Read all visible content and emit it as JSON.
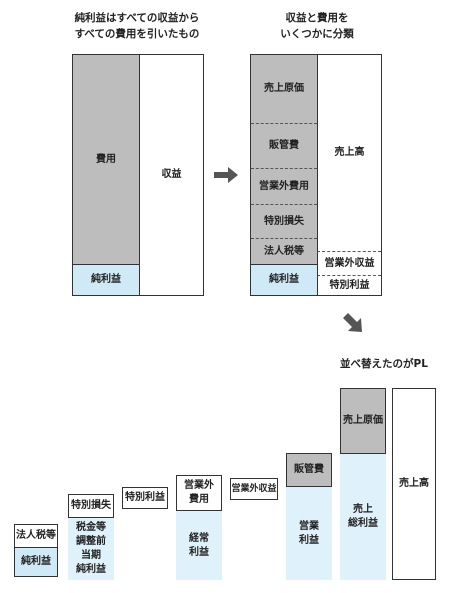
{
  "top_left": {
    "caption": "純利益はすべての収益から\nすべての費用を引いたもの",
    "expense": "費用",
    "net_income": "純利益",
    "revenue": "収益"
  },
  "top_right": {
    "caption": "収益と費用を\nいくつかに分類",
    "cost_of_sales": "売上原価",
    "sga": "販管費",
    "non_operating_expense": "営業外費用",
    "extraordinary_loss": "特別損失",
    "corporate_tax": "法人税等",
    "net_income": "純利益",
    "sales": "売上高",
    "non_operating_income": "営業外収益",
    "extraordinary_gain": "特別利益"
  },
  "bottom": {
    "caption": "並べ替えたのがPL",
    "corporate_tax": "法人税等",
    "net_income": "純利益",
    "extraordinary_loss": "特別損失",
    "pretax_income": "税金等\n調整前\n当期\n純利益",
    "extraordinary_gain": "特別利益",
    "non_operating_expense": "営業外\n費用",
    "ordinary_income": "経常\n利益",
    "non_operating_income": "営業外収益",
    "sga": "販管費",
    "operating_income": "営業\n利益",
    "cost_of_sales": "売上原価",
    "gross_profit": "売上\n総利益",
    "sales": "売上高"
  },
  "colors": {
    "gray": "#bdbdbd",
    "blue": "#cfe9f6",
    "arrow": "#555555"
  }
}
